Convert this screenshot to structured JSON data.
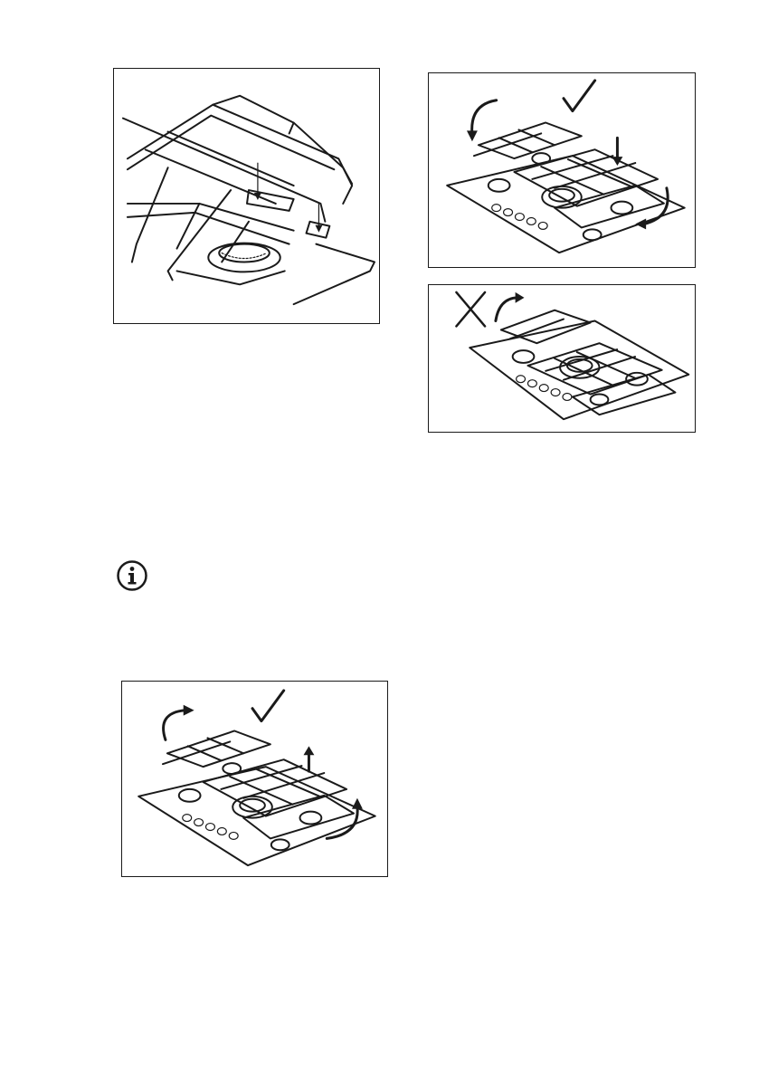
{
  "page": {
    "figures": [
      {
        "id": "detail",
        "icon": "pan-support-detail"
      },
      {
        "id": "correct-down",
        "icon": "checkmark-icon"
      },
      {
        "id": "wrong",
        "icon": "cross-icon"
      },
      {
        "id": "correct-up",
        "icon": "checkmark-icon"
      }
    ],
    "info_icon": {
      "glyph": "i"
    },
    "colors": {
      "line": "#1a1a1a",
      "background": "#ffffff"
    }
  }
}
